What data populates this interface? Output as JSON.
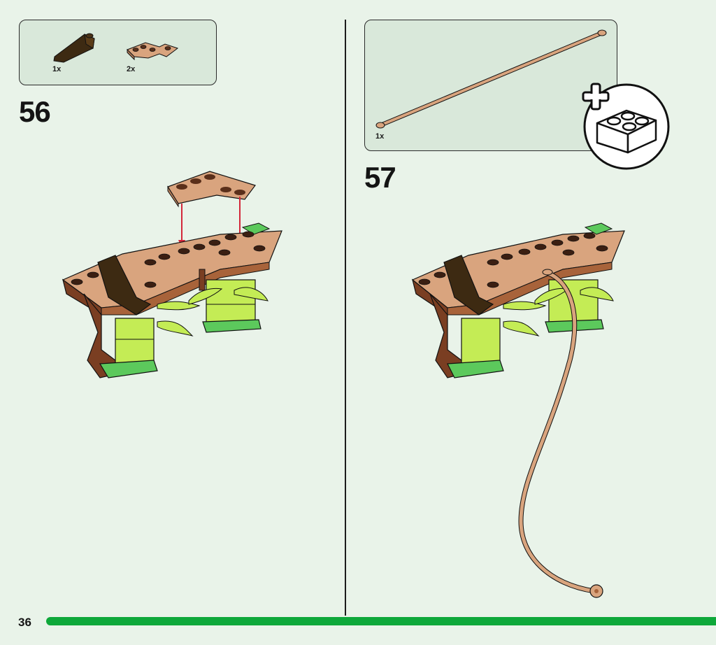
{
  "step_56": {
    "number": "56",
    "parts": [
      {
        "qty": "1x",
        "name": "dark-brown-slope-icon"
      },
      {
        "qty": "2x",
        "name": "tan-corner-plate-icon"
      }
    ]
  },
  "step_57": {
    "number": "57",
    "parts": [
      {
        "qty": "1x",
        "name": "tan-rope-icon"
      }
    ],
    "badge": "new-brick-badge-icon"
  },
  "page": {
    "number": "36"
  },
  "colors": {
    "background": "#e9f3e9",
    "parts_box": "#d9e8da",
    "progress": "#0ea83a",
    "reddish_brown": "#7a3e22",
    "tan": "#d9a47e",
    "dark_brown": "#3d2a12",
    "lime": "#c4ec55",
    "green": "#5cc95c",
    "arrow_red": "#d3273a"
  }
}
